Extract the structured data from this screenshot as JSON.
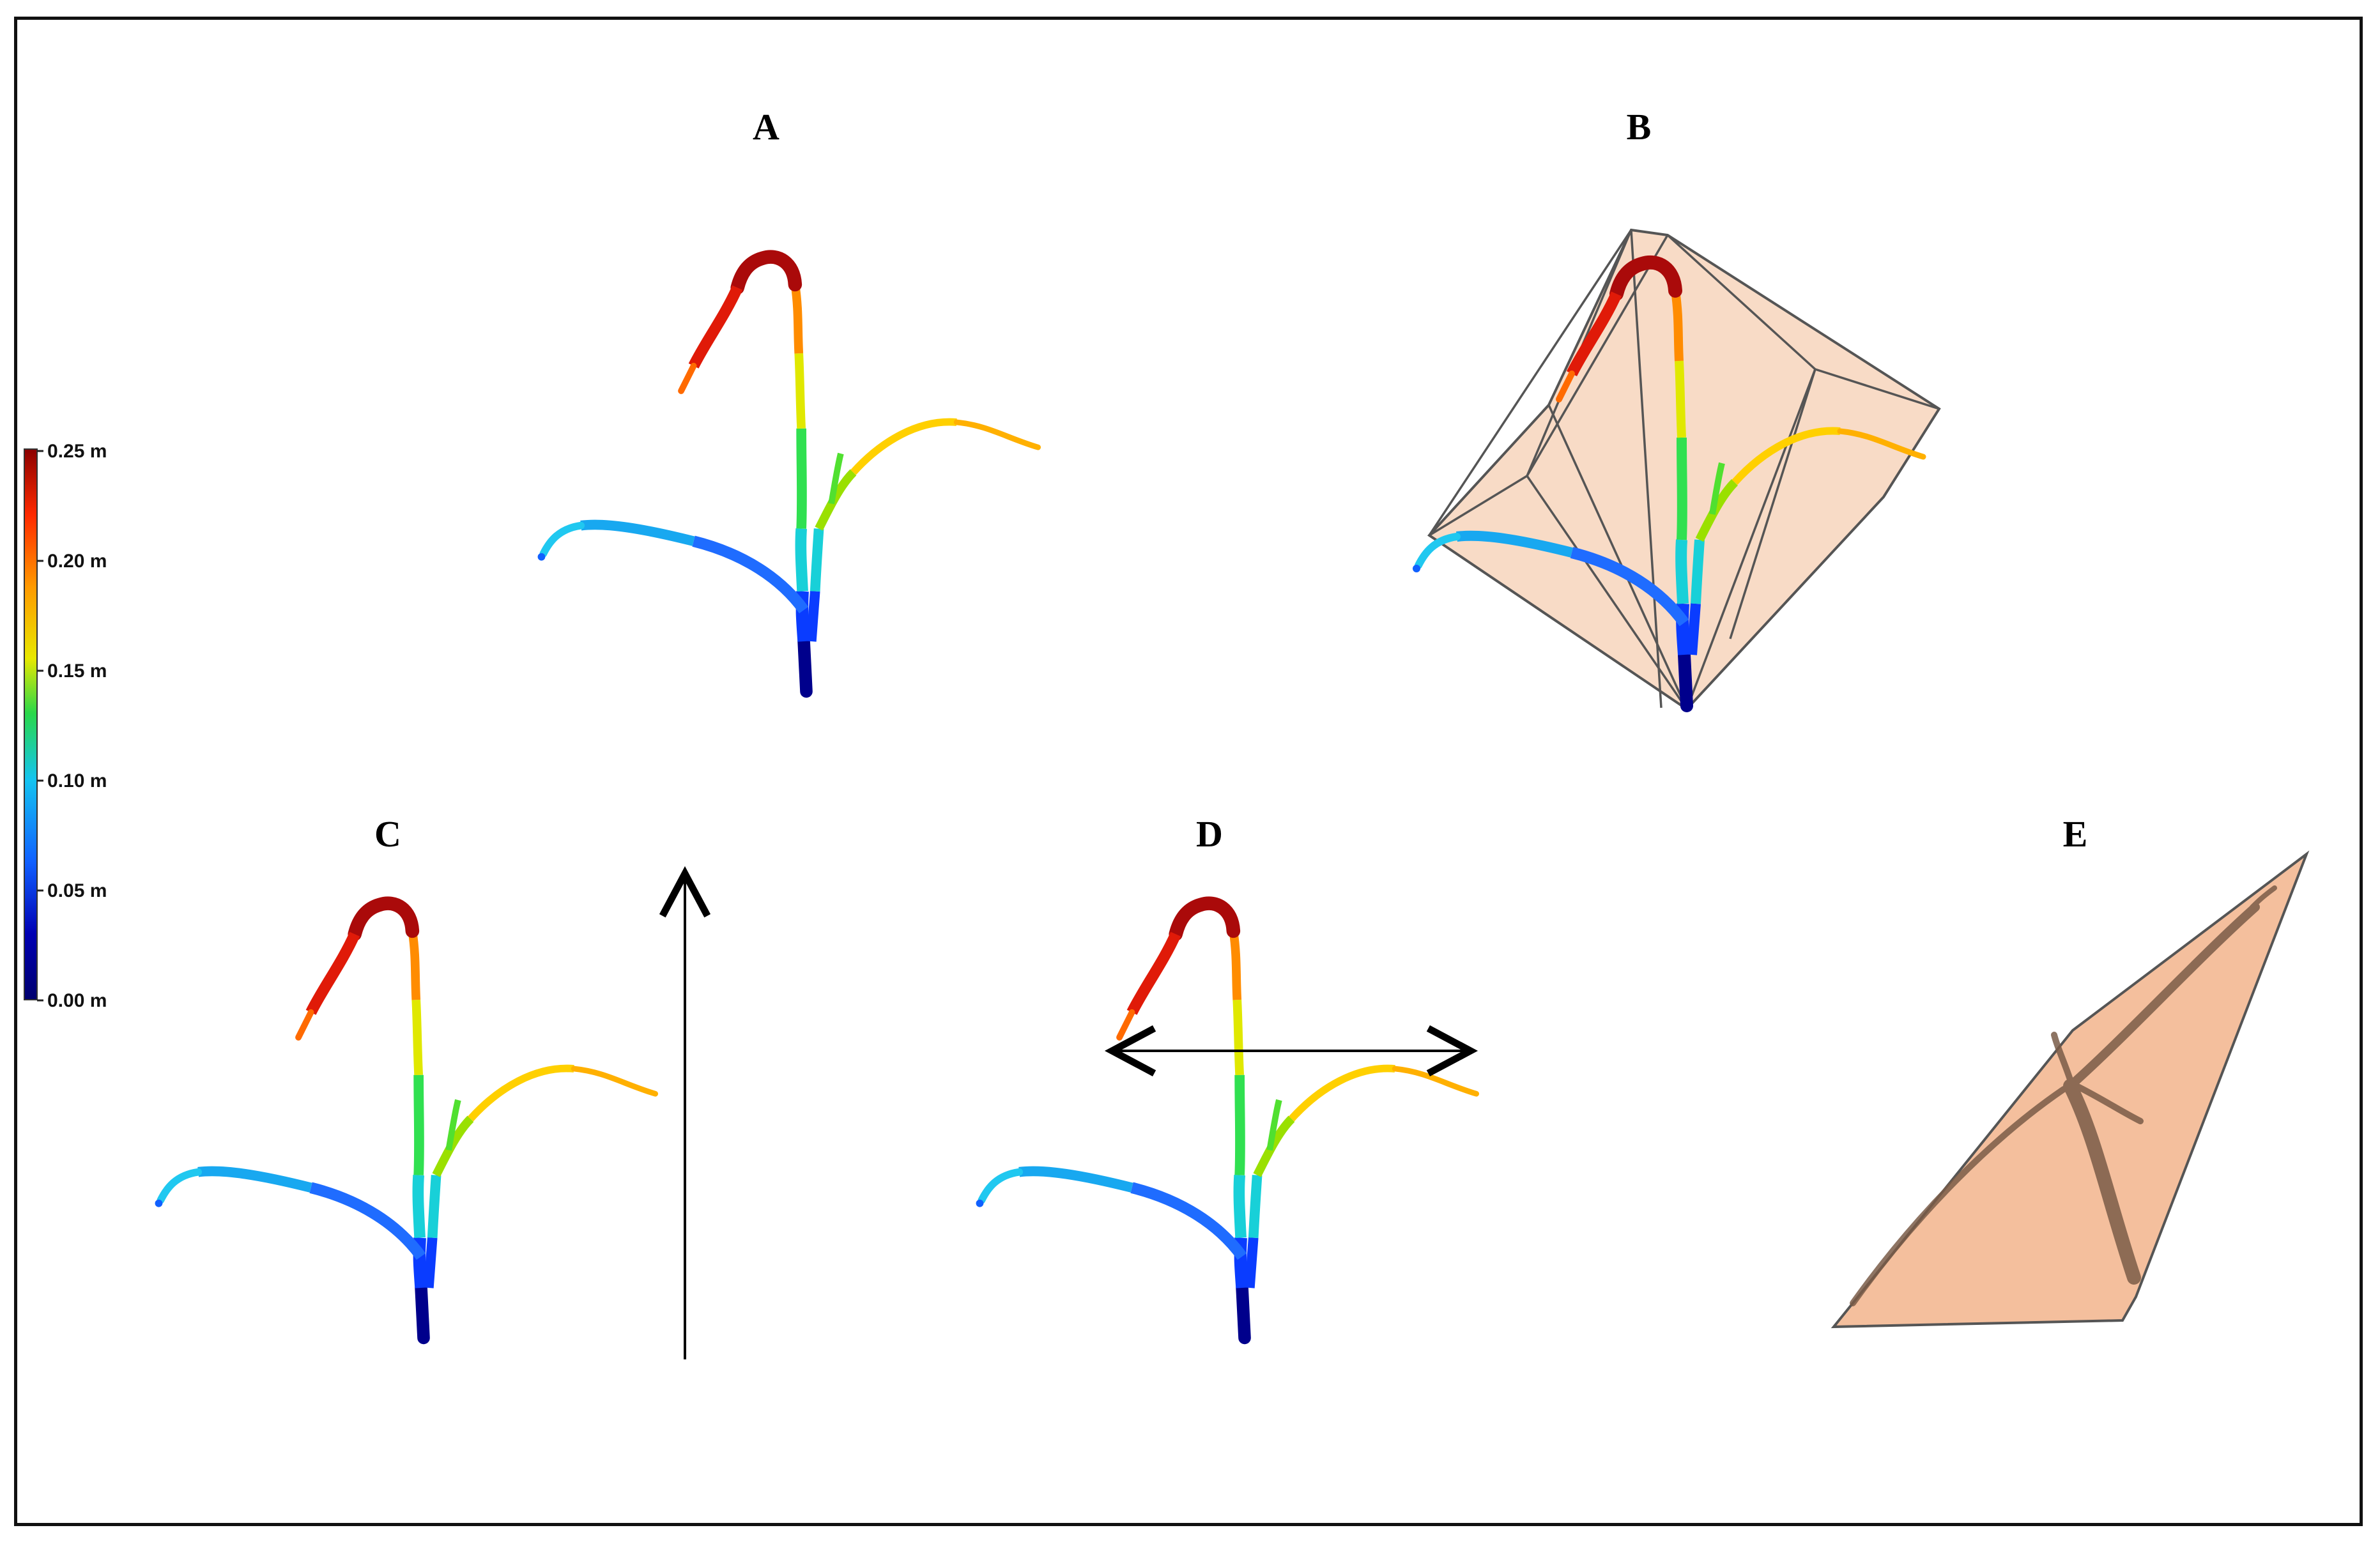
{
  "panels": {
    "a": "A",
    "b": "B",
    "c": "C",
    "d": "D",
    "e": "E"
  },
  "colorbar": {
    "labels": [
      "0.25 m",
      "0.20 m",
      "0.15 m",
      "0.10 m",
      "0.05 m",
      "0.00 m"
    ],
    "colors": [
      "#8b0000",
      "#ff2a00",
      "#ff9a00",
      "#e8e800",
      "#29d84a",
      "#14c4f0",
      "#1060ff",
      "#0000b4",
      "#00006e"
    ]
  },
  "colors": {
    "hull_fill": "#f4c8a8",
    "hull_stroke": "#555555",
    "hull_e_fill": "#f2b48c",
    "plant_e": "#7a5c48",
    "arrow": "#000000"
  }
}
